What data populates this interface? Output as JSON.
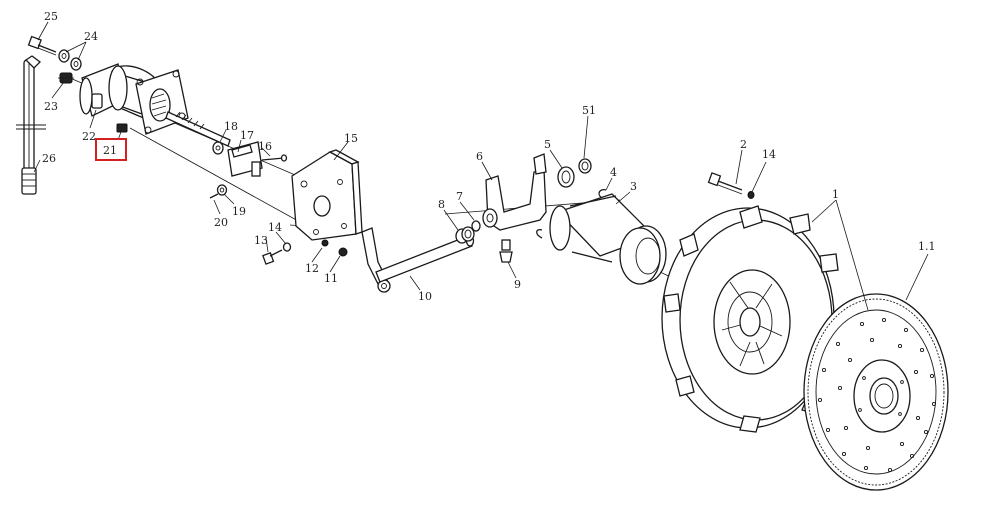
{
  "diagram": {
    "highlight_color": "#d62020",
    "highlighted_callout": "21",
    "callouts": {
      "c25": "25",
      "c24": "24",
      "c23": "23",
      "c22": "22",
      "c21": "21",
      "c26": "26",
      "c18": "18",
      "c17": "17",
      "c16": "16",
      "c15": "15",
      "c19": "19",
      "c20": "20",
      "c14a": "14",
      "c13": "13",
      "c12": "12",
      "c11": "11",
      "c10": "10",
      "c6": "6",
      "c7": "7",
      "c8": "8",
      "c9": "9",
      "c5": "5",
      "c51": "51",
      "c4": "4",
      "c3": "3",
      "c2": "2",
      "c14b": "14",
      "c1": "1",
      "c11b": "1.1"
    }
  }
}
